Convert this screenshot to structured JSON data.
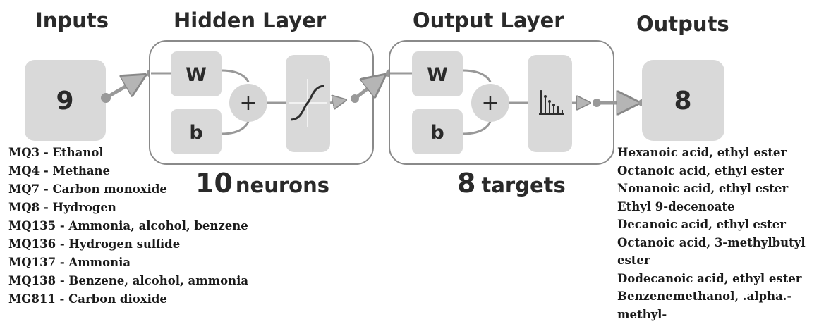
{
  "headers": {
    "inputs": "Inputs",
    "hidden": "Hidden Layer",
    "output_layer": "Output Layer",
    "outputs": "Outputs"
  },
  "input_count": "9",
  "output_count": "8",
  "hidden_nodes": {
    "weight": "W",
    "bias": "b",
    "sum": "+"
  },
  "output_nodes": {
    "weight": "W",
    "bias": "b",
    "sum": "+"
  },
  "hidden_size": {
    "number": "10",
    "unit": "neurons"
  },
  "output_size": {
    "number": "8",
    "unit": "targets"
  },
  "sensors": [
    "MQ3 - Ethanol",
    "MQ4 - Methane",
    "MQ7 - Carbon monoxide",
    "MQ8 - Hydrogen",
    "MQ135 - Ammonia, alcohol, benzene",
    "MQ136 - Hydrogen sulfide",
    "MQ137 - Ammonia",
    "MQ138 - Benzene, alcohol, ammonia",
    "MG811 - Carbon dioxide"
  ],
  "targets": [
    "Hexanoic acid, ethyl ester",
    "Octanoic acid, ethyl ester",
    "Nonanoic acid, ethyl ester",
    "Ethyl 9-decenoate",
    "Decanoic acid, ethyl ester",
    "Octanoic acid, 3-methylbutyl ester",
    "Dodecanoic acid, ethyl ester",
    "Benzenemethanol, .alpha.-methyl-"
  ],
  "colors": {
    "block": "#d9d9d9",
    "circle": "#d6d6d6",
    "connector": "#999999",
    "text": "#2a2a2a"
  },
  "icons": {
    "hidden_transfer": "sigmoid-icon",
    "output_transfer": "softmax-icon"
  }
}
